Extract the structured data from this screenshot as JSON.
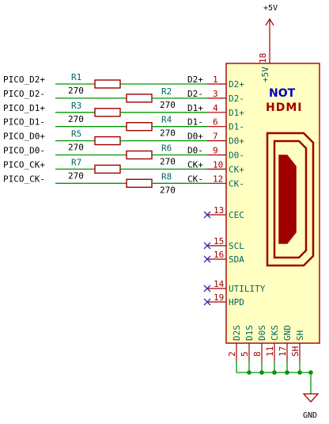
{
  "power": {
    "vcc": "+5V",
    "gnd": "GND",
    "vcc_pin_name": "+5V",
    "vcc_pin_num": "18"
  },
  "connector": {
    "logo_top": "NOT",
    "logo_bottom": "HDMI"
  },
  "nets": [
    {
      "left": "PICO_D2+",
      "ref": "R1",
      "value": "270",
      "pin": "1",
      "net": "D2+",
      "pin_name": "D2+"
    },
    {
      "left": "PICO_D2-",
      "ref": "R2",
      "value": "270",
      "pin": "3",
      "net": "D2-",
      "pin_name": "D2-"
    },
    {
      "left": "PICO_D1+",
      "ref": "R3",
      "value": "270",
      "pin": "4",
      "net": "D1+",
      "pin_name": "D1+"
    },
    {
      "left": "PICO_D1-",
      "ref": "R4",
      "value": "270",
      "pin": "6",
      "net": "D1-",
      "pin_name": "D1-"
    },
    {
      "left": "PICO_D0+",
      "ref": "R5",
      "value": "270",
      "pin": "7",
      "net": "D0+",
      "pin_name": "D0+"
    },
    {
      "left": "PICO_D0-",
      "ref": "R6",
      "value": "270",
      "pin": "9",
      "net": "D0-",
      "pin_name": "D0-"
    },
    {
      "left": "PICO_CK+",
      "ref": "R7",
      "value": "270",
      "pin": "10",
      "net": "CK+",
      "pin_name": "CK+"
    },
    {
      "left": "PICO_CK-",
      "ref": "R8",
      "value": "270",
      "pin": "12",
      "net": "CK-",
      "pin_name": "CK-"
    }
  ],
  "nc_pins": [
    {
      "num": "13",
      "name": "CEC"
    },
    {
      "num": "15",
      "name": "SCL"
    },
    {
      "num": "16",
      "name": "SDA"
    },
    {
      "num": "14",
      "name": "UTILITY"
    },
    {
      "num": "19",
      "name": "HPD"
    }
  ],
  "bottom_pins": [
    {
      "num": "2",
      "name": "D2S"
    },
    {
      "num": "5",
      "name": "D1S"
    },
    {
      "num": "8",
      "name": "D0S"
    },
    {
      "num": "11",
      "name": "CKS"
    },
    {
      "num": "17",
      "name": "GND"
    },
    {
      "num": "SH",
      "name": "SH"
    }
  ]
}
